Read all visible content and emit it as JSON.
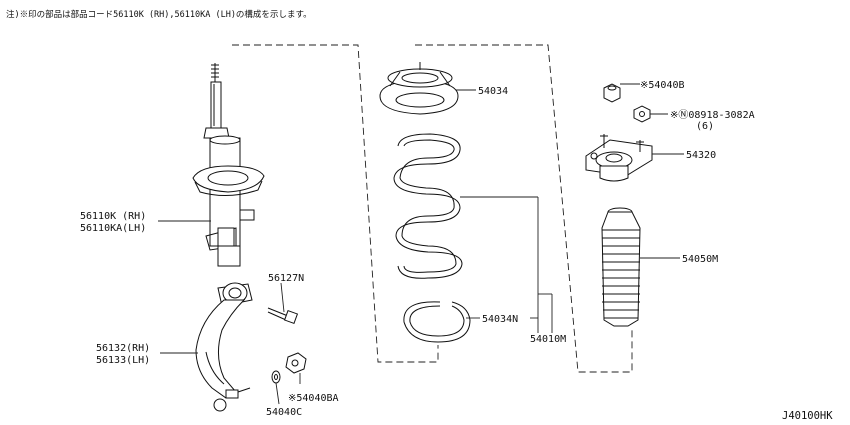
{
  "note": "注)※印の部品は部品コード56110K (RH),56110KA (LH)の構成を示します。",
  "diagram_code": "J40100HK",
  "parts": {
    "p54034": "54034",
    "p54040B": "※54040B",
    "p08918": "※Ⓝ08918-3082A",
    "p08918_qty": "(6)",
    "p54320": "54320",
    "p56110_rh": "56110K (RH)",
    "p56110_lh": "56110KA(LH)",
    "p56127N": "56127N",
    "p54050M": "54050M",
    "p54034N": "54034N",
    "p54010M": "54010M",
    "p56132": "56132(RH)",
    "p56133": "56133(LH)",
    "p54040BA": "※54040BA",
    "p54040C": "54040C"
  }
}
